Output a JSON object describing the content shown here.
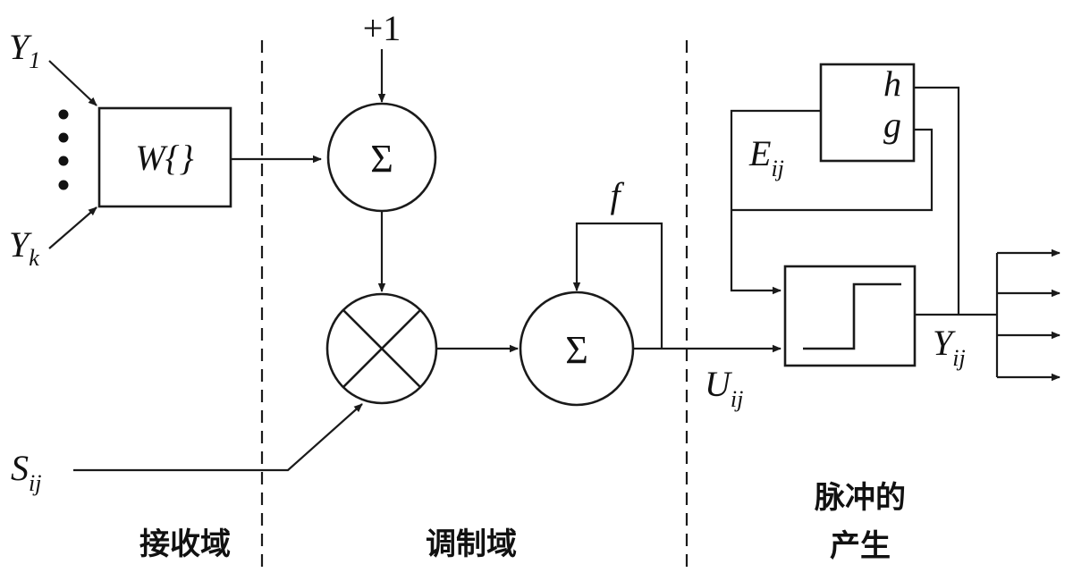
{
  "labels": {
    "y1": {
      "main": "Y",
      "sub": "1"
    },
    "yk": {
      "main": "Y",
      "sub": "k"
    },
    "weight": "W{}",
    "plus_one": "+1",
    "sigma": "Σ",
    "s_ij": {
      "main": "S",
      "sub": "ij"
    },
    "f": "f",
    "u_ij": {
      "main": "U",
      "sub": "ij"
    },
    "e_ij": {
      "main": "E",
      "sub": "ij"
    },
    "y_ij": {
      "main": "Y",
      "sub": "ij"
    },
    "h": "h",
    "g": "g"
  },
  "regions": {
    "receive": "接收域",
    "modulate": "调制域",
    "pulse_line1": "脉冲的",
    "pulse_line2": "产生"
  }
}
